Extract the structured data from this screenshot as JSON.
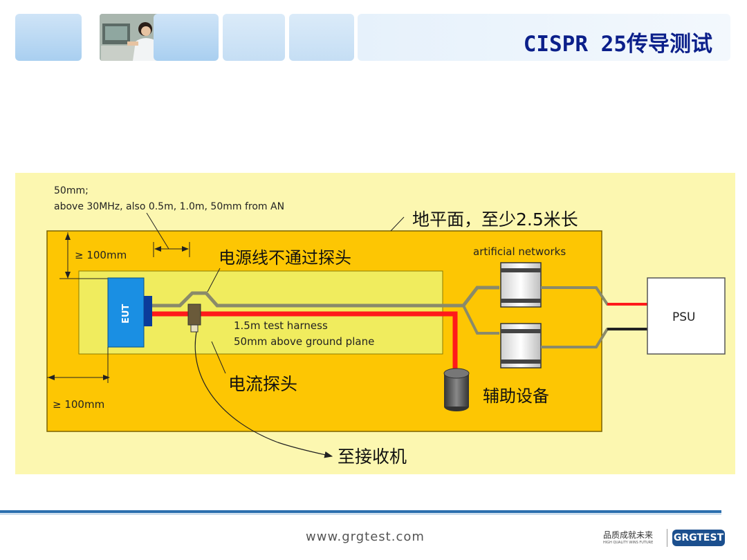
{
  "header": {
    "title": "CISPR 25传导测试"
  },
  "ghost_text": "",
  "diagram": {
    "spacing_note_line1": "50mm;",
    "spacing_note_line2": "above 30MHz, also 0.5m, 1.0m, 50mm from AN",
    "ground_plane_label": "地平面，至少2.5米长",
    "top_margin_label": "≥ 100mm",
    "left_margin_label": "≥ 100mm",
    "eut_label": "EUT",
    "power_line_label": "电源线不通过探头",
    "harness_line1": "1.5m test harness",
    "harness_line2": "50mm above ground plane",
    "current_probe_label": "电流探头",
    "auxiliary_label": "辅助设备",
    "networks_label": "artificial networks",
    "psu_label": "PSU",
    "receiver_label": "至接收机",
    "colors": {
      "outer_bg": "#fcf7b0",
      "ground_plane": "#fdc603",
      "harness_area": "#f0ec5e",
      "eut": "#1a8fe3",
      "harness_red": "#ff1a1a"
    }
  },
  "footer": {
    "website": "www.grgtest.com",
    "slogan_cn": "品质成就未来",
    "slogan_en": "HIGH QUALITY WINS FUTURE",
    "logo_text": "GRGTEST"
  }
}
